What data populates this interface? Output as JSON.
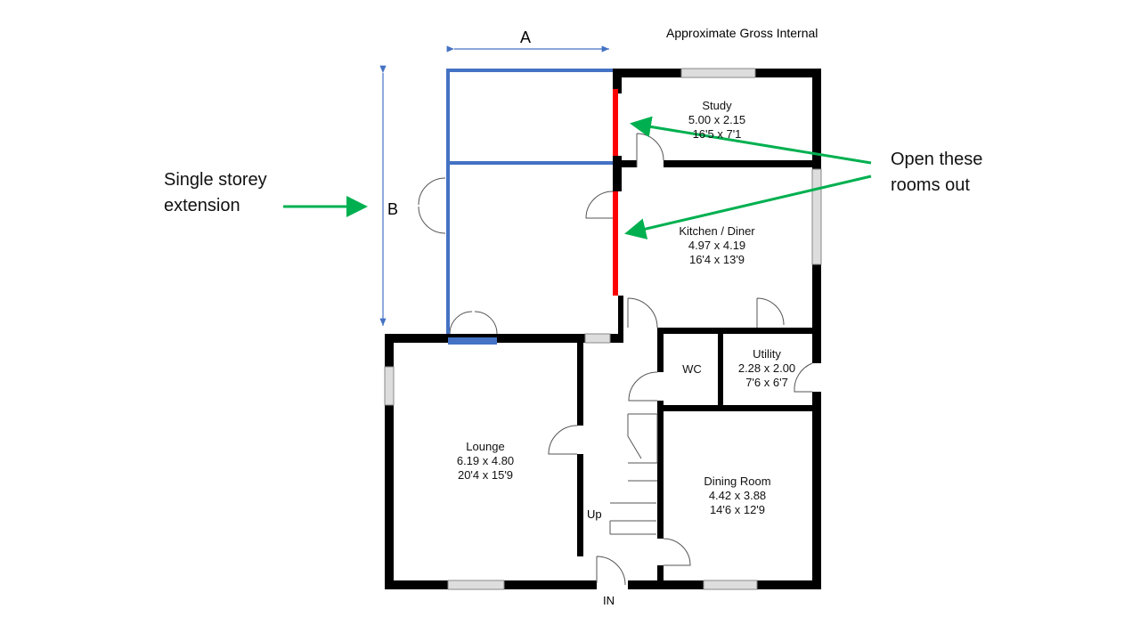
{
  "header": {
    "title": "Approximate Gross Internal"
  },
  "dimensions": {
    "a_label": "A",
    "b_label": "B"
  },
  "annotations": {
    "extension": [
      "Single storey",
      "extension"
    ],
    "open_rooms": [
      "Open these",
      "rooms out"
    ]
  },
  "rooms": [
    {
      "name": "Study",
      "metric": "5.00 x 2.15",
      "imperial": "16'5 x 7'1"
    },
    {
      "name": "Kitchen / Diner",
      "metric": "4.97 x 4.19",
      "imperial": "16'4 x 13'9"
    },
    {
      "name": "Utility",
      "metric": "2.28 x 2.00",
      "imperial": "7'6 x 6'7"
    },
    {
      "name": "WC"
    },
    {
      "name": "Lounge",
      "metric": "6.19 x 4.80",
      "imperial": "20'4 x 15'9"
    },
    {
      "name": "Dining Room",
      "metric": "4.42 x 3.88",
      "imperial": "14'6 x 12'9"
    }
  ],
  "labels": {
    "up": "Up",
    "in": "IN"
  },
  "colors": {
    "wall": "#000000",
    "extension": "#4472C4",
    "remove_wall": "#FF0000",
    "arrow": "#00B050"
  }
}
